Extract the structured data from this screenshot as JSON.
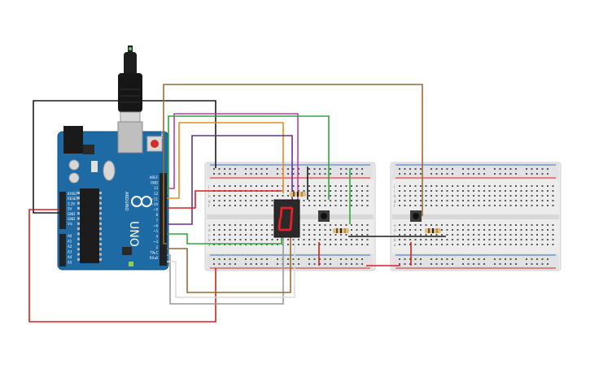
{
  "arduino": {
    "brand": "ARDUINO",
    "model": "UNO",
    "reset_label": "RESET",
    "digital_header_labels": [
      "AREF",
      "GND",
      "13",
      "12",
      "~11",
      "~10",
      "~9",
      "8",
      "7",
      "~6",
      "~5",
      "4",
      "~3",
      "2",
      "TX▸1",
      "RX◂0"
    ],
    "power_header_labels": [
      "IOREF",
      "RESET",
      "3.3V",
      "5V",
      "GND",
      "GND",
      "Vin"
    ],
    "analog_header_labels": [
      "A0",
      "A1",
      "A2",
      "A3",
      "A4",
      "A5"
    ]
  },
  "breadboards": {
    "row_letters_top": [
      "j",
      "i",
      "h",
      "g",
      "f"
    ],
    "row_letters_bottom": [
      "e",
      "d",
      "c",
      "b",
      "a"
    ]
  },
  "seven_segment": {
    "digit": "0"
  },
  "colors": {
    "board_blue": "#1d6aa5",
    "breadboard": "#e9e9e9",
    "wire_red": "#d81e1e",
    "wire_black": "#1a1a1a",
    "wire_brown": "#9a6a37",
    "wire_green": "#2fa83c",
    "wire_orange": "#e88a1a",
    "wire_magenta": "#b43fa0",
    "wire_purple": "#6a2f8f",
    "wire_gray": "#9a9a9a",
    "wire_white": "#dcdcdc",
    "segment_red": "#e8202a"
  }
}
